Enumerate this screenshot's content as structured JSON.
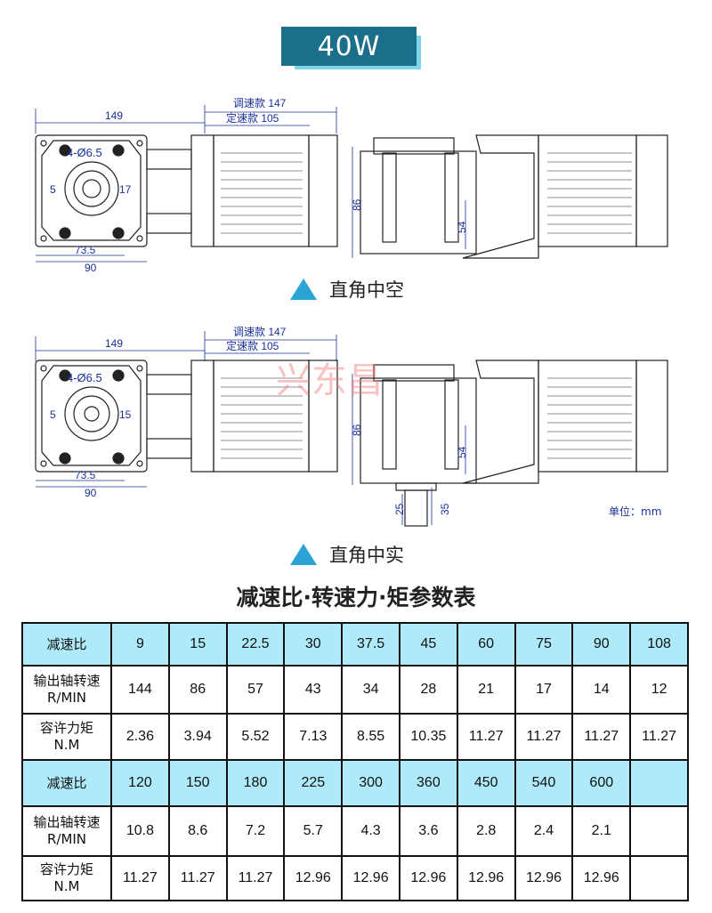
{
  "title": "40W",
  "diagram1": {
    "caption": "直角中空",
    "dim_total": "149",
    "dim_adjust": "调速款 147",
    "dim_fixed": "定速款 105",
    "hole": "4-Ø6.5",
    "shaft_left": "5",
    "shaft_right": "17",
    "dim_735": "73.5",
    "dim_90": "90",
    "dim_86": "86",
    "dim_54": "54"
  },
  "diagram2": {
    "caption": "直角中实",
    "dim_total": "149",
    "dim_adjust": "调速款 147",
    "dim_fixed": "定速款 105",
    "hole": "4-Ø6.5",
    "shaft_left": "5",
    "shaft_right": "15",
    "dim_735": "73.5",
    "dim_90": "90",
    "dim_86": "86",
    "dim_54": "54",
    "dim_25": "25",
    "dim_35": "35",
    "unit": "单位：mm"
  },
  "watermark": "兴东昌",
  "table": {
    "title": "减速比·转速力·矩参数表",
    "rows": [
      {
        "type": "hdr",
        "label": "减速比",
        "cells": [
          "9",
          "15",
          "22.5",
          "30",
          "37.5",
          "45",
          "60",
          "75",
          "90",
          "108"
        ]
      },
      {
        "type": "val",
        "label": "输出轴转速\nR/MIN",
        "cells": [
          "144",
          "86",
          "57",
          "43",
          "34",
          "28",
          "21",
          "17",
          "14",
          "12"
        ]
      },
      {
        "type": "val",
        "label": "容许力矩\nN.M",
        "cells": [
          "2.36",
          "3.94",
          "5.52",
          "7.13",
          "8.55",
          "10.35",
          "11.27",
          "11.27",
          "11.27",
          "11.27"
        ]
      },
      {
        "type": "hdr",
        "label": "减速比",
        "cells": [
          "120",
          "150",
          "180",
          "225",
          "300",
          "360",
          "450",
          "540",
          "600",
          ""
        ]
      },
      {
        "type": "val",
        "label": "输出轴转速\nR/MIN",
        "cells": [
          "10.8",
          "8.6",
          "7.2",
          "5.7",
          "4.3",
          "3.6",
          "2.8",
          "2.4",
          "2.1",
          ""
        ]
      },
      {
        "type": "val",
        "label": "容许力矩\nN.M",
        "cells": [
          "11.27",
          "11.27",
          "11.27",
          "12.96",
          "12.96",
          "12.96",
          "12.96",
          "12.96",
          "12.96",
          ""
        ]
      }
    ]
  }
}
